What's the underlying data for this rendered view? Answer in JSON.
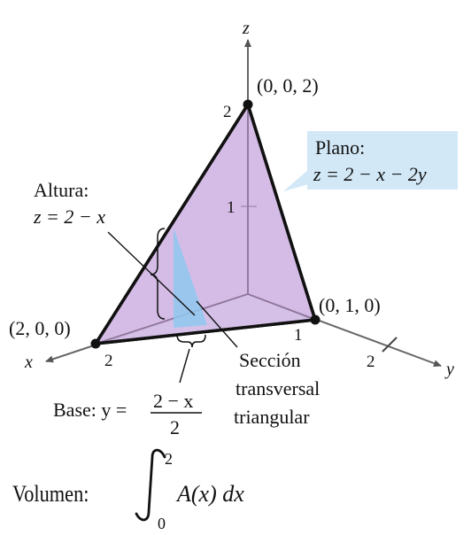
{
  "axes": {
    "x": "x",
    "y": "y",
    "z": "z"
  },
  "ticks": {
    "z2": "2",
    "z1": "1",
    "x2": "2",
    "y1": "1",
    "y2": "2"
  },
  "points": {
    "origin_z": "(0, 0, 2)",
    "origin_y": "(0, 1, 0)",
    "origin_x": "(2, 0, 0)"
  },
  "plane": {
    "label": "Plano:",
    "equation": "z = 2 − x − 2y"
  },
  "height": {
    "label": "Altura:",
    "equation": "z = 2 − x"
  },
  "cross_section": {
    "line1": "Sección",
    "line2": "transversal",
    "line3": "triangular"
  },
  "base": {
    "prefix": "Base: y =",
    "numerator": "2 − x",
    "denominator": "2"
  },
  "volume": {
    "label": "Volumen:",
    "upper": "2",
    "lower": "0",
    "integrand": "A(x) dx"
  },
  "colors": {
    "plane_fill": "#c9a9e0",
    "section_fill": "#8fc8ef",
    "plane_box": "#d2e8f7"
  }
}
